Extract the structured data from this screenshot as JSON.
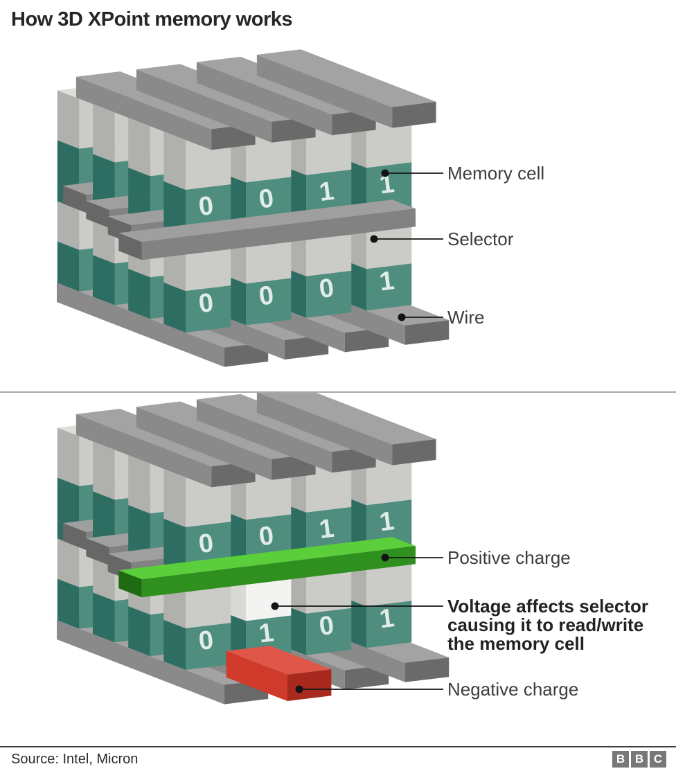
{
  "title": "How 3D XPoint memory works",
  "diagram_structure": {
    "top_row_bits": [
      "0",
      "0",
      "1",
      "1"
    ],
    "bottom_row_bits": [
      "0",
      "0",
      "0",
      "1"
    ],
    "labels": {
      "memory_cell": "Memory cell",
      "selector": "Selector",
      "wire": "Wire"
    }
  },
  "diagram_operation": {
    "top_row_bits": [
      "0",
      "0",
      "1",
      "1"
    ],
    "bottom_row_bits": [
      "0",
      "1",
      "0",
      "1"
    ],
    "labels": {
      "positive": "Positive charge",
      "voltage_line1": "Voltage affects selector",
      "voltage_line2": "causing it to read/write",
      "voltage_line3": "the memory cell",
      "negative": "Negative charge"
    }
  },
  "colors": {
    "memory_cell_teal": "#4f8d7e",
    "memory_cell_teal_side": "#2e6e62",
    "memory_cell_teal_top": "#85b4a8",
    "selector_gray": "#cbcbc8",
    "selector_gray_side": "#b0b0ad",
    "selector_gray_top": "#dededb",
    "wire_gray": "#828282",
    "wire_gray_dark": "#6a6a6a",
    "wire_gray_top": "#a3a3a3",
    "positive_green": "#2f8f1f",
    "positive_green_dark": "#1f6b12",
    "positive_green_top": "#5bce3b",
    "negative_red": "#cf3a2a",
    "negative_red_dark": "#a82a1e",
    "negative_red_top": "#e0574a",
    "active_selector_white": "#f3f3f1",
    "active_selector_white_side": "#d9d9d6",
    "active_selector_white_top": "#fbfbfa",
    "digit": "#e0ece6",
    "leader_black": "#141414",
    "bbc_gray": "#787878"
  },
  "footer": {
    "source": "Source: Intel, Micron",
    "logo_letters": [
      "B",
      "B",
      "C"
    ]
  }
}
